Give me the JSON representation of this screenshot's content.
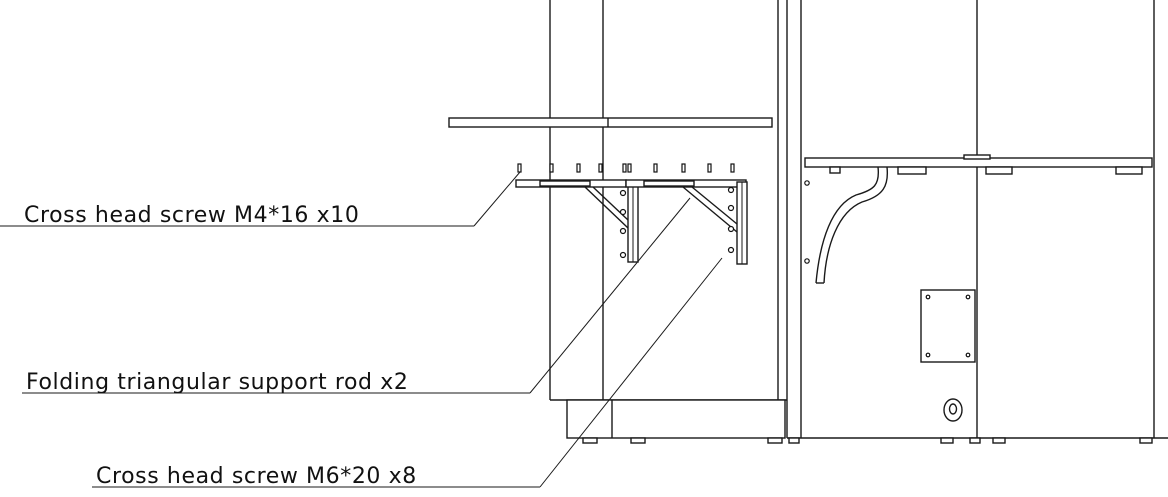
{
  "callouts": [
    {
      "label": "Cross head screw M4*16  x10"
    },
    {
      "label": "Folding triangular support rod  x2"
    },
    {
      "label": "Cross head  screw M6*20  x8"
    }
  ],
  "colors": {
    "line": "#1a1a1a",
    "background": "#ffffff"
  }
}
